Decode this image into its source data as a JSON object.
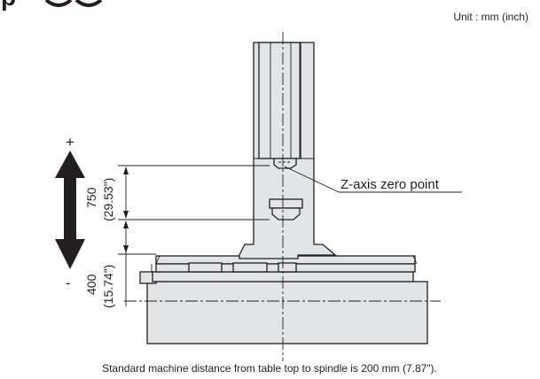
{
  "header": {
    "heading_fragment": "p",
    "unit_label": "Unit : mm (inch)"
  },
  "travel": {
    "plus_sign": "+",
    "minus_sign": "-"
  },
  "dimensions": {
    "upper_mm": "750",
    "upper_inch": "(29.53\")",
    "lower_mm": "400",
    "lower_inch": "(15.74\")"
  },
  "callout": {
    "label": "Z-axis zero point"
  },
  "footer": {
    "note": "Standard machine distance from table top to spindle is 200 mm (7.87\")."
  }
}
